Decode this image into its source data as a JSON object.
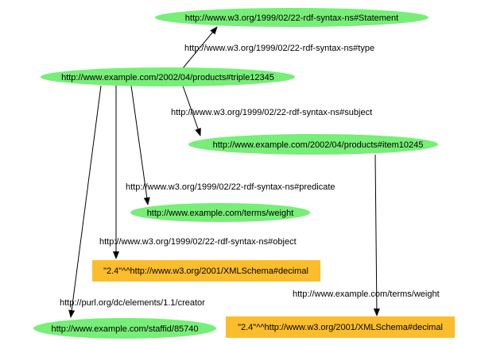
{
  "colors": {
    "resource_fill": "#77ee77",
    "literal_fill": "#fcbd2c",
    "edge": "#000000",
    "background": "#ffffff"
  },
  "nodes": {
    "statement": {
      "label": "http://www.w3.org/1999/02/22-rdf-syntax-ns#Statement",
      "kind": "resource"
    },
    "triple": {
      "label": "http://www.example.com/2002/04/products#triple12345",
      "kind": "resource"
    },
    "item": {
      "label": "http://www.example.com/2002/04/products#item10245",
      "kind": "resource"
    },
    "weight": {
      "label": "http://www.example.com/terms/weight",
      "kind": "resource"
    },
    "literal_object": {
      "label": "\"2.4\"^^http://www.w3.org/2001/XMLSchema#decimal",
      "kind": "literal"
    },
    "staff": {
      "label": "http://www.example.com/staffid/85740",
      "kind": "resource"
    },
    "literal_weight": {
      "label": "\"2.4\"^^http://www.w3.org/2001/XMLSchema#decimal",
      "kind": "literal"
    }
  },
  "edges": {
    "type": {
      "label": "http://www.w3.org/1999/02/22-rdf-syntax-ns#type",
      "from": "triple",
      "to": "statement"
    },
    "subject": {
      "label": "http://www.w3.org/1999/02/22-rdf-syntax-ns#subject",
      "from": "triple",
      "to": "item"
    },
    "predicate": {
      "label": "http://www.w3.org/1999/02/22-rdf-syntax-ns#predicate",
      "from": "triple",
      "to": "weight"
    },
    "object": {
      "label": "http://www.w3.org/1999/02/22-rdf-syntax-ns#object",
      "from": "triple",
      "to": "literal_object"
    },
    "creator": {
      "label": "http://purl.org/dc/elements/1.1/creator",
      "from": "triple",
      "to": "staff"
    },
    "item_weight": {
      "label": "http://www.example.com/terms/weight",
      "from": "item",
      "to": "literal_weight"
    }
  }
}
